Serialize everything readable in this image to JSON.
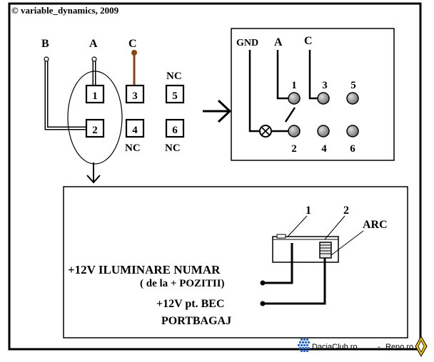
{
  "copyright": "© variable_dynamics, 2009",
  "left_diagram": {
    "terminals": {
      "b": "B",
      "a": "A",
      "c": "C"
    },
    "pins": [
      "1",
      "2",
      "3",
      "4",
      "5",
      "6"
    ],
    "nc_labels": {
      "pin5": "NC",
      "pin4": "NC",
      "pin6": "NC"
    },
    "wire_colors": {
      "a": "#ffffff",
      "b": "#ffffff",
      "c": "#8b4513"
    }
  },
  "schematic": {
    "gnd": "GND",
    "a": "A",
    "c": "C",
    "contacts": [
      "1",
      "3",
      "5",
      "2",
      "4",
      "6"
    ]
  },
  "bottom_diagram": {
    "pointer_1": "1",
    "pointer_2": "2",
    "arc": "ARC",
    "label_iluminare": "+12V ILUMINARE NUMAR",
    "label_pozitii": "( de la + POZITII)",
    "label_bec": "+12V pt. BEC",
    "label_portbagaj": "PORTBAGAJ"
  },
  "watermark": {
    "site1": "DaciaClub.ro",
    "separator": "-",
    "site2": "Reno.ro"
  }
}
